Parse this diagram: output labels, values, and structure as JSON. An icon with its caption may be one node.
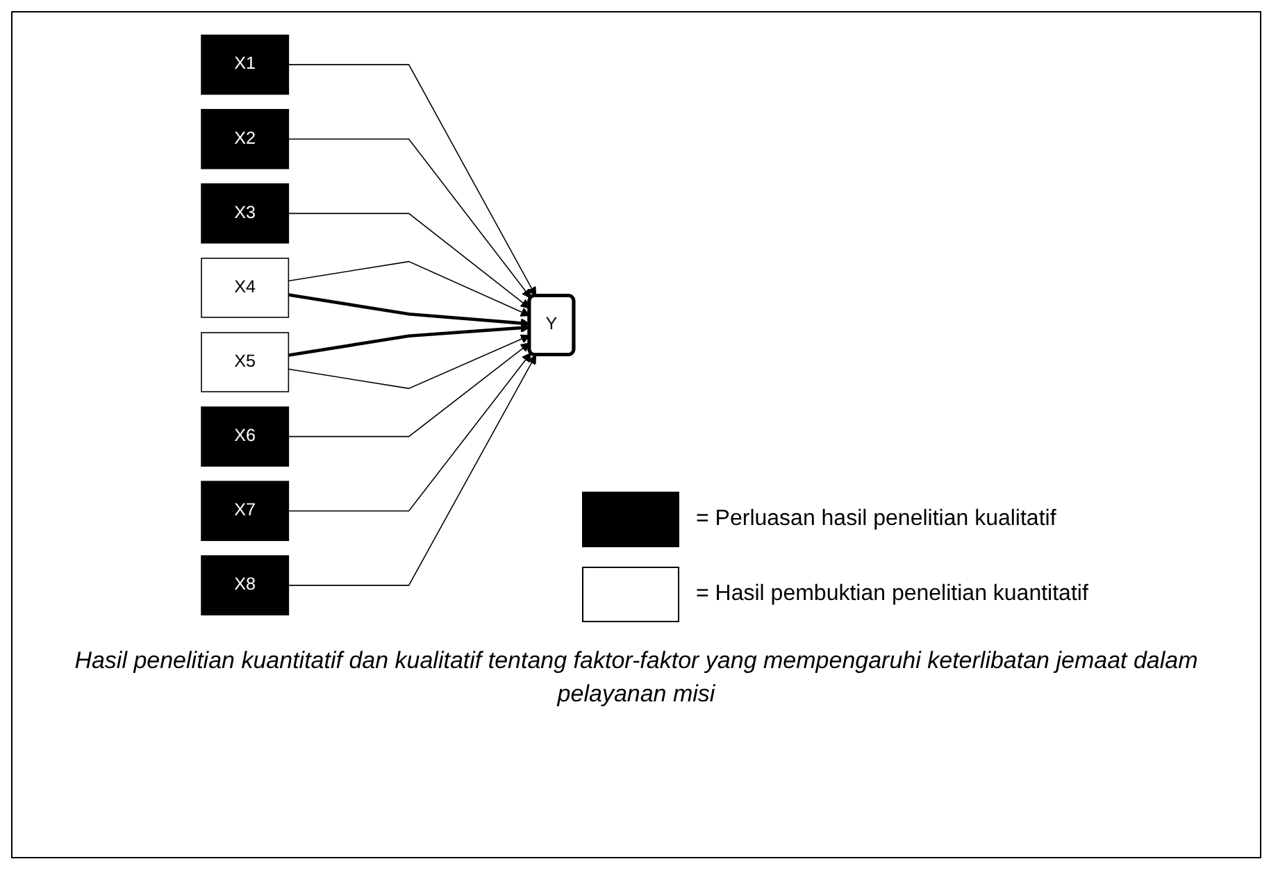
{
  "diagram": {
    "caption": "Hasil penelitian kuantitatif dan kualitatif tentang faktor-faktor yang mempengaruhi keterlibatan jemaat dalam pelayanan misi",
    "nodes": [
      {
        "text": [
          "X1"
        ]
      },
      {
        "text": [
          "X2"
        ]
      },
      {
        "text": [
          "X3"
        ]
      },
      {
        "text": [
          "X4"
        ]
      },
      {
        "text": [
          "X5"
        ]
      },
      {
        "text": [
          "X6"
        ]
      },
      {
        "text": [
          "X7"
        ]
      },
      {
        "text": [
          "X8"
        ]
      },
      {
        "text": [
          "Y"
        ]
      }
    ],
    "edges": [
      {
        "from": 0,
        "to": 8,
        "arrow": "to"
      },
      {
        "from": 1,
        "to": 8,
        "arrow": "to"
      },
      {
        "from": 2,
        "to": 8,
        "arrow": "to"
      },
      {
        "from": 3,
        "to": 8,
        "arrow": "to"
      },
      {
        "from": 3,
        "to": 8,
        "arrow": "to",
        "style": "thick"
      },
      {
        "from": 4,
        "to": 8,
        "arrow": "to",
        "style": "thick"
      },
      {
        "from": 4,
        "to": 8,
        "arrow": "to"
      },
      {
        "from": 5,
        "to": 8,
        "arrow": "to"
      },
      {
        "from": 6,
        "to": 8,
        "arrow": "to"
      },
      {
        "from": 7,
        "to": 8,
        "arrow": "to"
      }
    ],
    "legend": [
      {
        "text": "= Perluasan hasil penelitian kualitatif",
        "color": "#000000"
      },
      {
        "text": "= Hasil pembuktian penelitian kuantitatif",
        "color": "#ffffff"
      }
    ]
  }
}
